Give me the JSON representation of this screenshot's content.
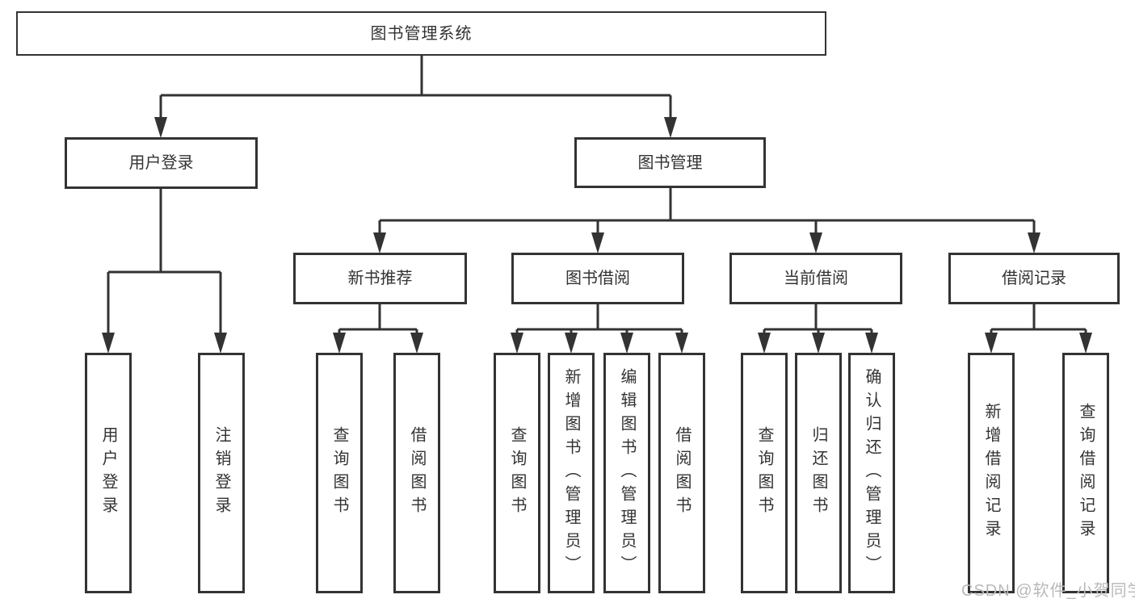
{
  "colors": {
    "line": "#333333",
    "text": "#333333",
    "box_background": "#ffffff",
    "watermark": "#b9b9b9"
  },
  "watermark": {
    "text": "CSDN @软件_小贺同学"
  },
  "tree": {
    "label": "图书管理系统",
    "children": [
      {
        "label": "用户登录",
        "children": [
          {
            "label": "用户登录"
          },
          {
            "label": "注销登录"
          }
        ]
      },
      {
        "label": "图书管理",
        "children": [
          {
            "label": "新书推荐",
            "children": [
              {
                "label": "查询图书"
              },
              {
                "label": "借阅图书"
              }
            ]
          },
          {
            "label": "图书借阅",
            "children": [
              {
                "label": "查询图书"
              },
              {
                "label": "新增图书（管理员）"
              },
              {
                "label": "编辑图书（管理员）"
              },
              {
                "label": "借阅图书"
              }
            ]
          },
          {
            "label": "当前借阅",
            "children": [
              {
                "label": "查询图书"
              },
              {
                "label": "归还图书"
              },
              {
                "label": "确认归还（管理员）"
              }
            ]
          },
          {
            "label": "借阅记录",
            "children": [
              {
                "label": "新增借阅记录"
              },
              {
                "label": "查询借阅记录"
              }
            ]
          }
        ]
      }
    ]
  }
}
